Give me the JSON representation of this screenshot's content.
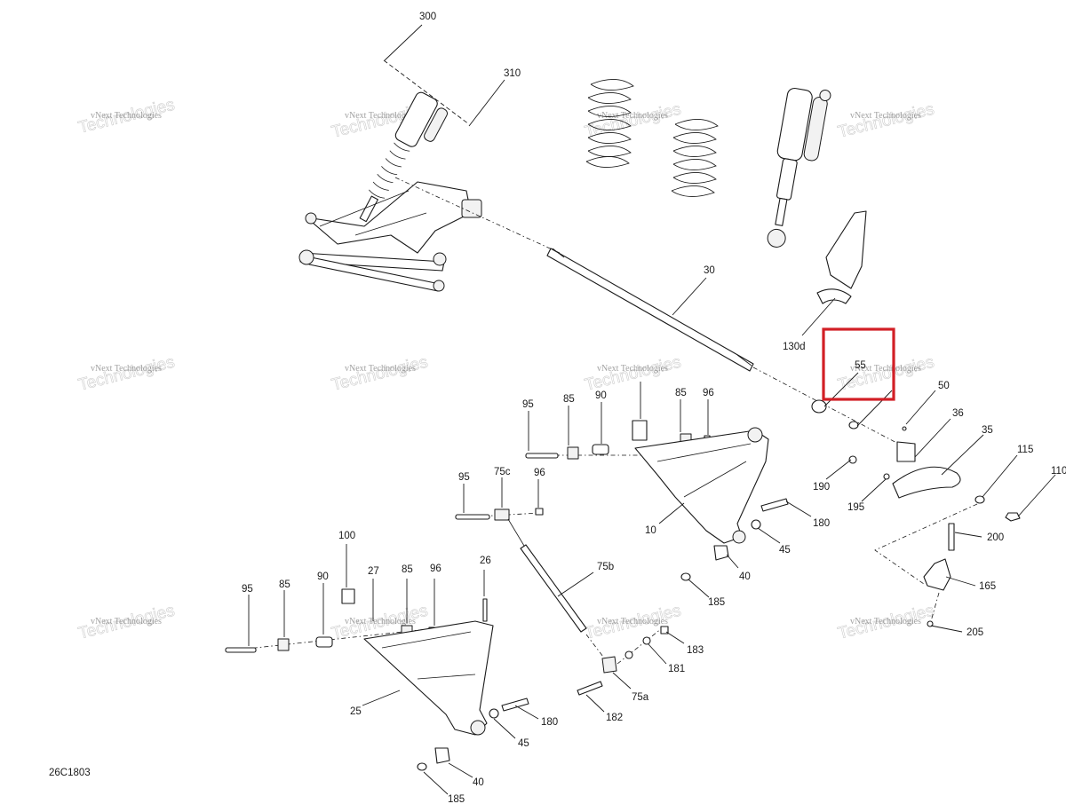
{
  "diagram": {
    "reference_code": "26C1803",
    "watermark_line1": "vNext Technologies",
    "watermark_line2": "Technologies",
    "highlight_color": "#d21f26",
    "callouts": {
      "c300": "300",
      "c310": "310",
      "c30": "30",
      "c130d": "130d",
      "c55": "55",
      "c50": "50",
      "c36": "36",
      "c35": "35",
      "c115": "115",
      "c110": "110",
      "c190": "190",
      "c195": "195",
      "c200": "200",
      "c165": "165",
      "c205": "205",
      "c95a": "95",
      "c85a": "85",
      "c90a": "90",
      "c85b": "85",
      "c96a": "96",
      "c95b": "95",
      "c75c": "75c",
      "c96b": "96",
      "c10": "10",
      "c180a": "180",
      "c45a": "45",
      "c40a": "40",
      "c185a": "185",
      "c75b": "75b",
      "c183": "183",
      "c181": "181",
      "c75a": "75a",
      "c182": "182",
      "c100": "100",
      "c27": "27",
      "c85c": "85",
      "c96c": "96",
      "c26": "26",
      "c95c": "95",
      "c85d": "85",
      "c90b": "90",
      "c25": "25",
      "c180b": "180",
      "c45b": "45",
      "c40b": "40",
      "c185b": "185"
    }
  }
}
